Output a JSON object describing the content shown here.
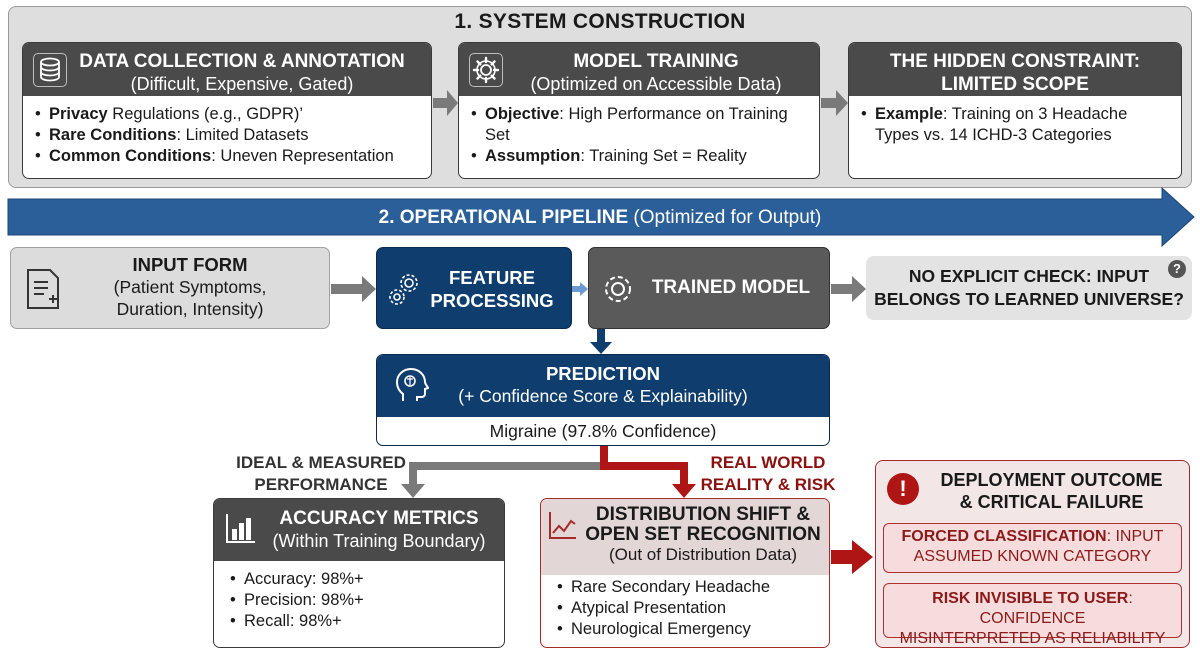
{
  "section1": {
    "title": "1. SYSTEM CONSTRUCTION",
    "cards": [
      {
        "title": "DATA COLLECTION & ANNOTATION",
        "subtitle": "(Difficult, Expensive, Gated)",
        "icon": "database-icon",
        "items": [
          {
            "bold": "Privacy",
            "text": " Regulations (e.g., GDPR)’"
          },
          {
            "bold": "Rare Conditions",
            "text": ": Limited Datasets"
          },
          {
            "bold": "Common Conditions",
            "text": ": Uneven Representation"
          }
        ]
      },
      {
        "title": "MODEL TRAINING",
        "subtitle": "(Optimized on Accessible Data)",
        "icon": "gear-icon",
        "items": [
          {
            "bold": "Objective",
            "text": ": High Performance on Training Set"
          },
          {
            "bold": "Assumption",
            "text": ": Training Set = Reality"
          }
        ]
      },
      {
        "title": "THE HIDDEN CONSTRAINT:",
        "title2": "LIMITED SCOPE",
        "items": [
          {
            "bold": "Example",
            "text": ": Training on 3 Headache Types vs. 14 ICHD-3 Categories"
          }
        ]
      }
    ]
  },
  "section2": {
    "title": "2. OPERATIONAL PIPELINE",
    "title_suffix": "(Optimized for Output)"
  },
  "pipeline": {
    "input": {
      "title": "INPUT FORM",
      "line1": "(Patient Symptoms,",
      "line2": "Duration, Intensity)",
      "icon": "form-icon"
    },
    "feature": {
      "line1": "FEATURE",
      "line2": "PROCESSING",
      "icon": "gears-icon"
    },
    "trained": {
      "label": "TRAINED MODEL",
      "icon": "gear-icon"
    },
    "nocheck": {
      "line1": "NO EXPLICIT CHECK: INPUT",
      "line2": "BELONGS TO LEARNED UNIVERSE?",
      "icon": "question-icon",
      "icon_glyph": "?"
    },
    "prediction": {
      "title": "PREDICTION",
      "subtitle": "(+ Confidence Score & Explainability)",
      "result": "Migraine (97.8% Confidence)",
      "icon": "brain-head-icon"
    },
    "ideal_label": {
      "line1": "IDEAL & MEASURED",
      "line2": "PERFORMANCE"
    },
    "real_label": {
      "line1": "REAL WORLD",
      "line2": "REALITY & RISK"
    },
    "accuracy": {
      "title": "ACCURACY METRICS",
      "subtitle": "(Within Training Boundary)",
      "icon": "bar-chart-icon",
      "items": [
        "Accuracy: 98%+",
        "Precision: 98%+",
        "Recall: 98%+"
      ]
    },
    "distribution": {
      "line1": "DISTRIBUTION SHIFT &",
      "line2": "OPEN SET RECOGNITION",
      "line3": "(Out of Distribution Data)",
      "icon": "trend-chart-icon",
      "items": [
        "Rare Secondary Headache",
        "Atypical Presentation",
        "Neurological Emergency"
      ]
    },
    "outcome": {
      "line1": "DEPLOYMENT OUTCOME",
      "line2": "& CRITICAL FAILURE",
      "icon": "alert-icon",
      "icon_glyph": "!",
      "fail1_bold": "FORCED CLASSIFICATION",
      "fail1_rest": ": INPUT",
      "fail1_line2": "ASSUMED KNOWN CATEGORY",
      "fail2_bold": "RISK INVISIBLE TO USER",
      "fail2_rest": ": CONFIDENCE",
      "fail2_line2": "MISINTERPRETED AS RELIABILITY"
    }
  },
  "colors": {
    "navy": "#0f3d6e",
    "dark_grey": "#4a4a4a",
    "light_grey": "#dedede",
    "risk_red": "#a52a2a",
    "arrow_blue": "#2a6aa8"
  }
}
